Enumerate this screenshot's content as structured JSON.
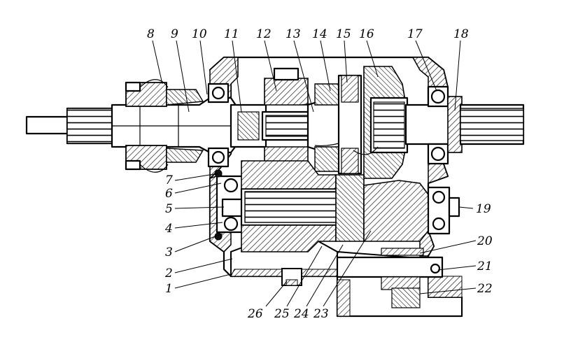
{
  "figure": {
    "background": "#ffffff",
    "line_color": "#000000"
  },
  "callouts": [
    {
      "id": "1",
      "text": "1"
    },
    {
      "id": "2",
      "text": "2"
    },
    {
      "id": "3",
      "text": "3"
    },
    {
      "id": "4",
      "text": "4"
    },
    {
      "id": "5",
      "text": "5"
    },
    {
      "id": "6",
      "text": "6"
    },
    {
      "id": "7",
      "text": "7"
    },
    {
      "id": "8",
      "text": "8"
    },
    {
      "id": "9",
      "text": "9"
    },
    {
      "id": "10",
      "text": "10"
    },
    {
      "id": "11",
      "text": "11"
    },
    {
      "id": "12",
      "text": "12"
    },
    {
      "id": "13",
      "text": "13"
    },
    {
      "id": "14",
      "text": "14"
    },
    {
      "id": "15",
      "text": "15"
    },
    {
      "id": "16",
      "text": "16"
    },
    {
      "id": "17",
      "text": "17"
    },
    {
      "id": "18",
      "text": "18"
    },
    {
      "id": "19",
      "text": "19"
    },
    {
      "id": "20",
      "text": "20"
    },
    {
      "id": "21",
      "text": "21"
    },
    {
      "id": "22",
      "text": "22"
    },
    {
      "id": "23",
      "text": "23"
    },
    {
      "id": "24",
      "text": "24"
    },
    {
      "id": "25",
      "text": "25"
    },
    {
      "id": "26",
      "text": "26"
    }
  ]
}
